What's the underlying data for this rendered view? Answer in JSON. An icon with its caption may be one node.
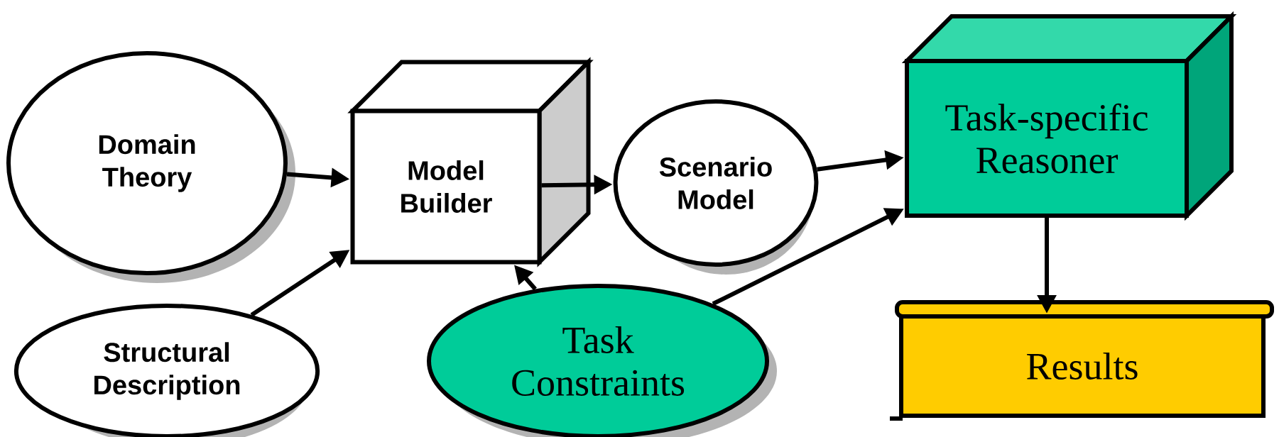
{
  "diagram": {
    "nodes": [
      {
        "text": [
          "Domain Theory"
        ]
      },
      {
        "text": [
          "Model Builder"
        ]
      },
      {
        "text": [
          "Scenario Model"
        ]
      },
      {
        "text": [
          "Task-specific Reasoner"
        ]
      },
      {
        "text": [
          "Structural Description"
        ]
      },
      {
        "text": [
          "Task Constraints"
        ]
      },
      {
        "text": [
          "Results"
        ]
      }
    ],
    "edges": [
      {
        "from": 0,
        "to": 1,
        "arrow": "to"
      },
      {
        "from": 4,
        "to": 1,
        "arrow": "to"
      },
      {
        "from": 1,
        "to": 2,
        "arrow": "to"
      },
      {
        "from": 2,
        "to": 3,
        "arrow": "to"
      },
      {
        "from": 5,
        "to": 1,
        "arrow": "to"
      },
      {
        "from": 5,
        "to": 3,
        "arrow": "to"
      },
      {
        "from": 3,
        "to": 6,
        "arrow": "to"
      }
    ]
  }
}
